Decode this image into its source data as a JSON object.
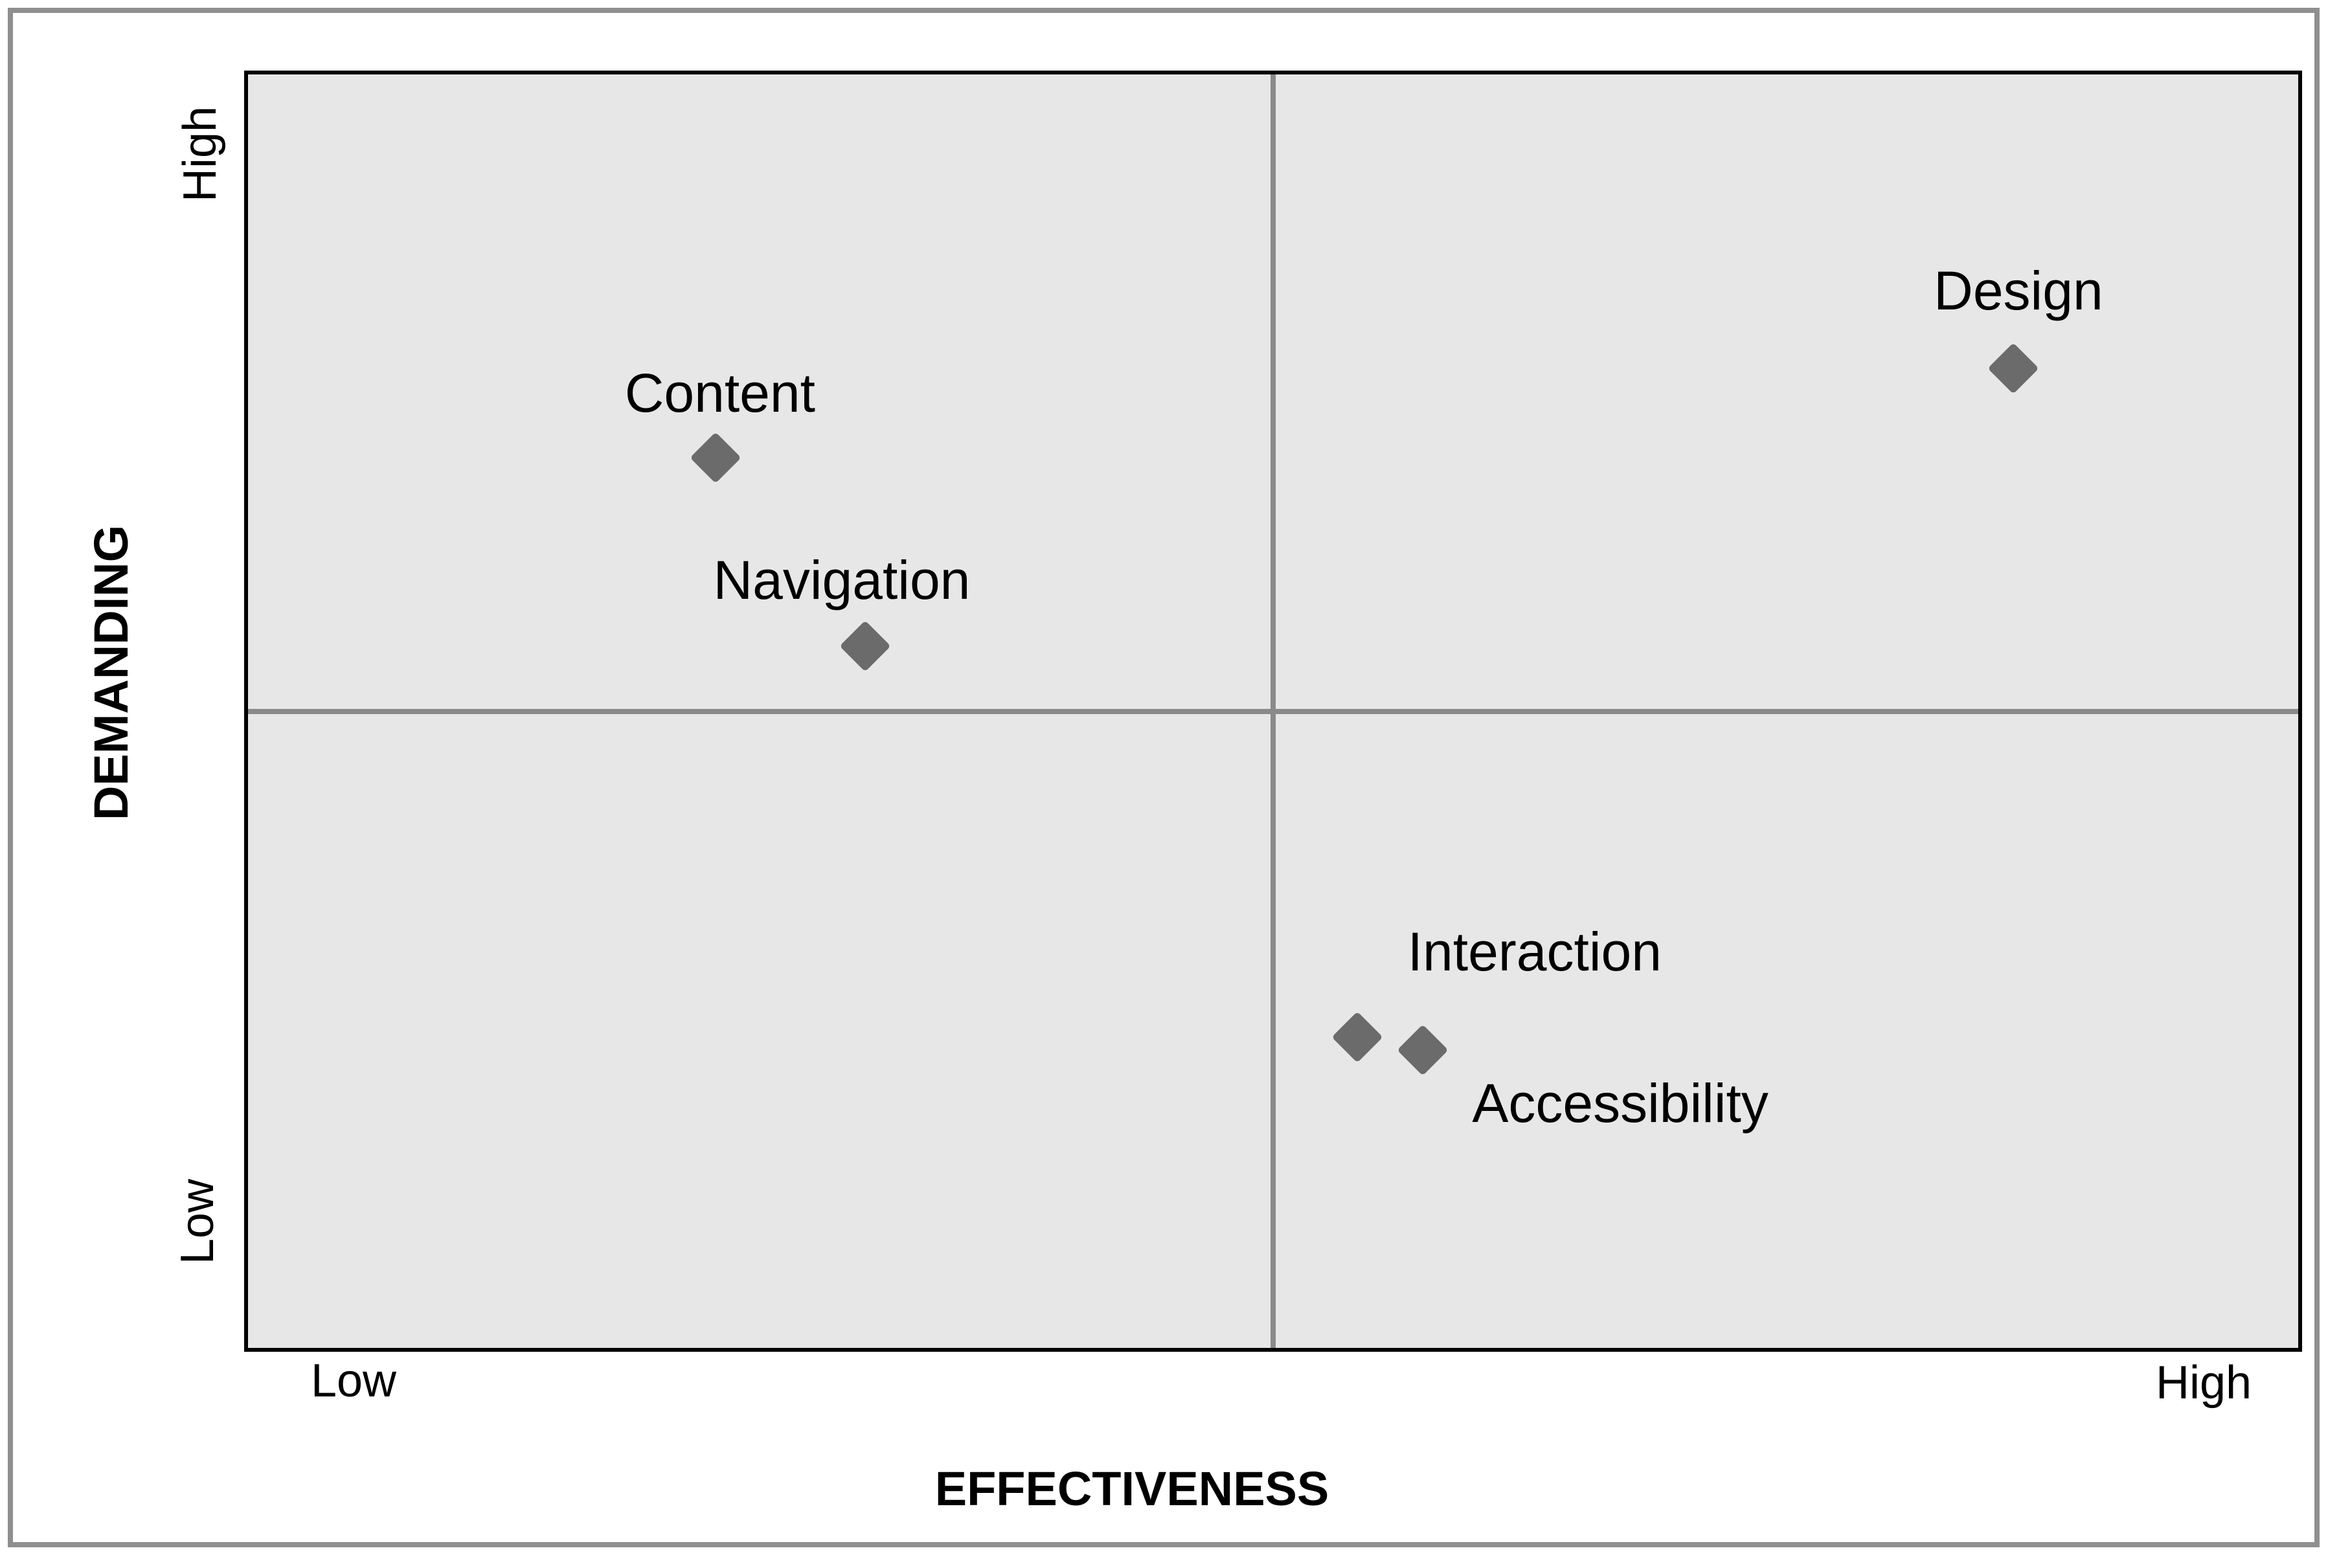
{
  "colors": {
    "page_bg": "#ffffff",
    "outer_frame": "#8f8f8f",
    "plot_bg": "#e7e7e7",
    "plot_border": "#000000",
    "divider": "#8a8a8a",
    "marker": "#6b6b6b",
    "text": "#000000"
  },
  "chart_data": {
    "type": "scatter",
    "title": "",
    "xlabel": "EFFECTIVENESS",
    "ylabel": "DEMANDING",
    "x_axis": {
      "low_label": "Low",
      "high_label": "High"
    },
    "y_axis": {
      "low_label": "Low",
      "high_label": "High"
    },
    "xlim": [
      0,
      1
    ],
    "ylim": [
      0,
      1
    ],
    "grid": false,
    "legend": "none",
    "marker_shape": "diamond",
    "quadrant_dividers": {
      "x": 0.5,
      "y": 0.5
    },
    "points": [
      {
        "label": "Content",
        "x": 0.228,
        "y": 0.699,
        "label_offset": {
          "dx": 7,
          "dy": -100
        }
      },
      {
        "label": "Navigation",
        "x": 0.301,
        "y": 0.551,
        "label_offset": {
          "dx": -36,
          "dy": -102
        }
      },
      {
        "label": "Design",
        "x": 0.861,
        "y": 0.769,
        "label_offset": {
          "dx": 8,
          "dy": -120
        }
      },
      {
        "label": "Interaction",
        "x": 0.541,
        "y": 0.244,
        "label_offset": {
          "dx": 274,
          "dy": -132
        }
      },
      {
        "label": "Accessibility",
        "x": 0.573,
        "y": 0.234,
        "label_offset": {
          "dx": 305,
          "dy": 82
        }
      }
    ]
  }
}
